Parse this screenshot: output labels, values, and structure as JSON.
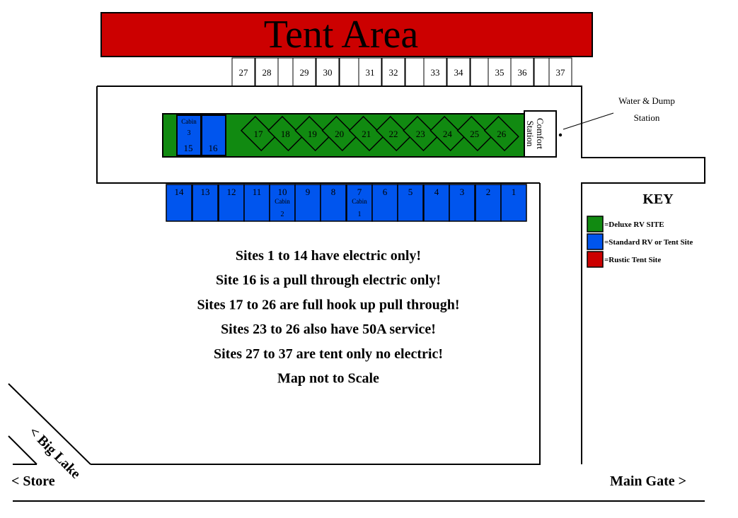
{
  "tent_area": {
    "title": "Tent Area",
    "sites": [
      "27",
      "28",
      "29",
      "30",
      "31",
      "32",
      "33",
      "34",
      "35",
      "36",
      "37"
    ]
  },
  "deluxe_sites": [
    "17",
    "18",
    "19",
    "20",
    "21",
    "22",
    "23",
    "24",
    "25",
    "26"
  ],
  "cabin3": {
    "cabin_label": "Cabin",
    "cabin_num": "3",
    "site": "15"
  },
  "site16": "16",
  "comfort_station": {
    "line1": "Comfort",
    "line2": "Station"
  },
  "water_station": {
    "line1": "Water & Dump",
    "line2": "Station"
  },
  "standard_sites": [
    {
      "num": "14"
    },
    {
      "num": "13"
    },
    {
      "num": "12"
    },
    {
      "num": "11"
    },
    {
      "num": "10",
      "cabin": "Cabin",
      "cabin_num": "2"
    },
    {
      "num": "9"
    },
    {
      "num": "8"
    },
    {
      "num": "7",
      "cabin": "Cabin",
      "cabin_num": "1"
    },
    {
      "num": "6"
    },
    {
      "num": "5"
    },
    {
      "num": "4"
    },
    {
      "num": "3"
    },
    {
      "num": "2"
    },
    {
      "num": "1"
    }
  ],
  "notes": [
    "Sites 1 to 14 have electric only!",
    "Site 16 is a pull through electric only!",
    "Sites 17 to 26 are full hook up pull through!",
    "Sites 23 to 26 also have 50A service!",
    "Sites 27 to 37 are tent only no electric!",
    "Map not to Scale"
  ],
  "key": {
    "title": "KEY",
    "items": [
      {
        "label": "=Deluxe RV SITE",
        "color": "#118a11"
      },
      {
        "label": "=Standard RV or Tent Site",
        "color": "#0055ee"
      },
      {
        "label": "=Rustic Tent Site",
        "color": "#cc0000"
      }
    ]
  },
  "roads": {
    "big_lake": "< Big Lake",
    "store": "< Store",
    "main_gate": "Main Gate >"
  },
  "colors": {
    "tent_red": "#cc0000",
    "deluxe_green": "#118a11",
    "standard_blue": "#0055ee"
  }
}
